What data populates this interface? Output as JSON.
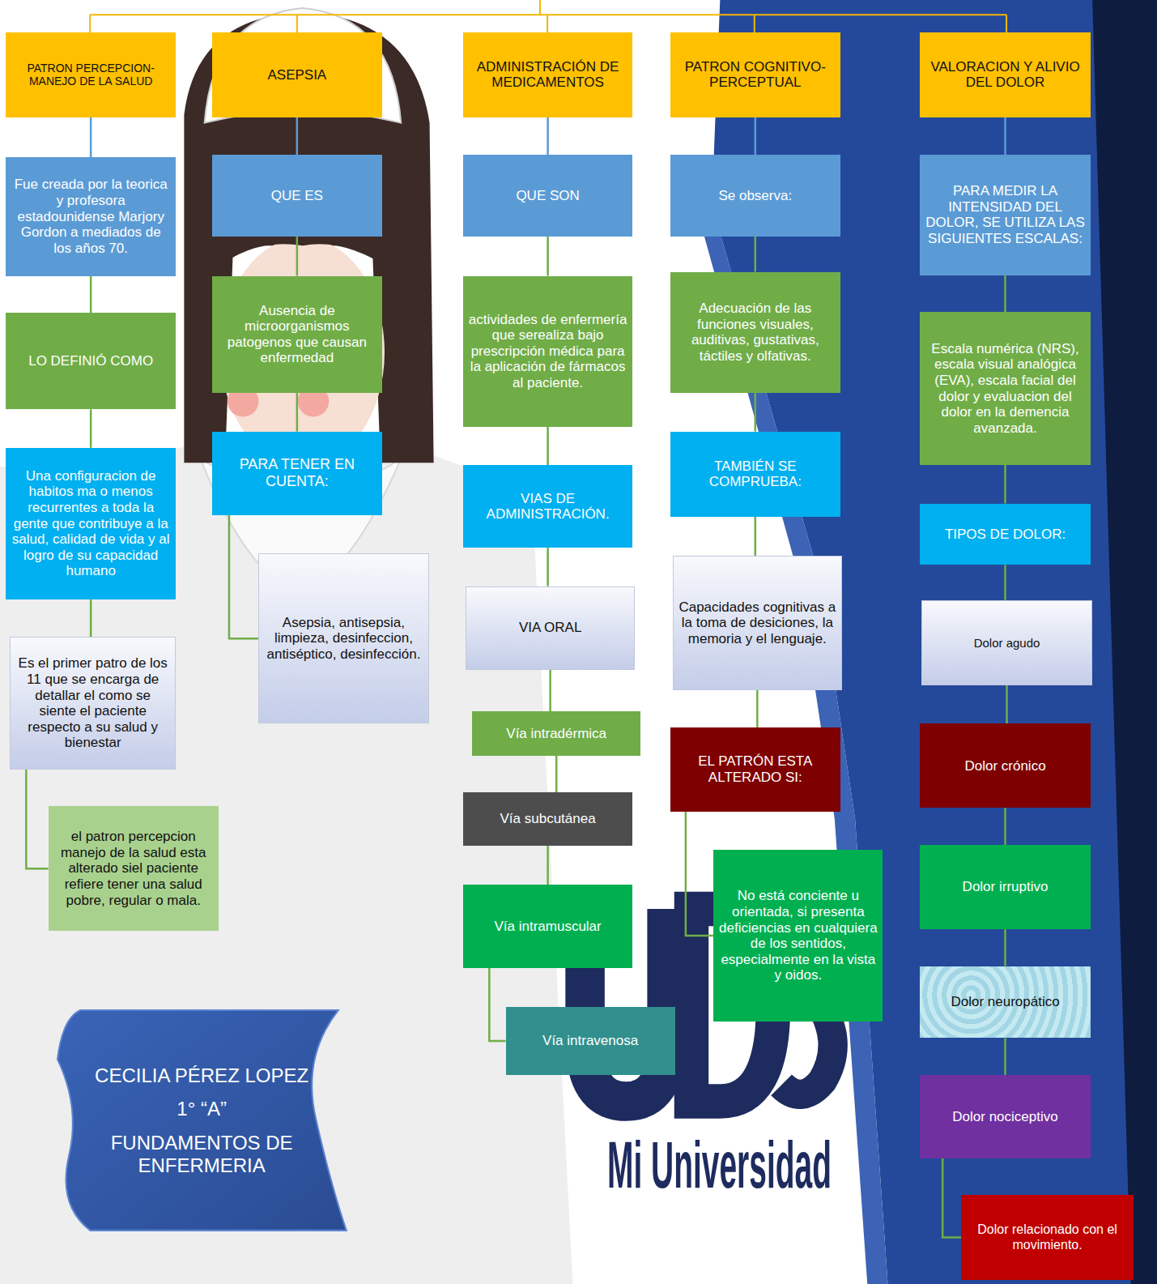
{
  "diagram": {
    "nodes": [
      {
        "text": [
          "PATRON PERCEPCION-MANEJO DE LA SALUD"
        ]
      },
      {
        "text": [
          "Fue creada por la teorica y profesora estadounidense Marjory Gordon a mediados de los años 70."
        ]
      },
      {
        "text": [
          "LO DEFINIÓ COMO"
        ]
      },
      {
        "text": [
          "Una configuracion de habitos ma o menos recurrentes a toda la gente que contribuye a la salud, calidad de vida y al logro de su capacidad humano"
        ]
      },
      {
        "text": [
          "Es el primer patro de los 11 que se encarga de detallar el como se siente el paciente respecto a su salud y bienestar"
        ]
      },
      {
        "text": [
          "el patron percepcion manejo de la salud esta alterado siel paciente refiere tener una salud pobre, regular o mala."
        ]
      },
      {
        "text": [
          "ASEPSIA"
        ]
      },
      {
        "text": [
          "QUE ES"
        ]
      },
      {
        "text": [
          "Ausencia de microorganismos patogenos que causan enfermedad"
        ]
      },
      {
        "text": [
          "PARA TENER EN CUENTA:"
        ]
      },
      {
        "text": [
          "Asepsia, antisepsia, limpieza, desinfeccion, antiséptico, desinfección."
        ]
      },
      {
        "text": [
          "ADMINISTRACIÓN DE MEDICAMENTOS"
        ]
      },
      {
        "text": [
          "QUE SON"
        ]
      },
      {
        "text": [
          "actividades de enfermería que serealiza bajo prescripción médica para la aplicación de fármacos al paciente."
        ]
      },
      {
        "text": [
          "VIAS DE ADMINISTRACIÓN."
        ]
      },
      {
        "text": [
          "VIA ORAL"
        ]
      },
      {
        "text": [
          "Vía intradérmica"
        ]
      },
      {
        "text": [
          "Vía subcutánea"
        ]
      },
      {
        "text": [
          "Vía intramuscular"
        ]
      },
      {
        "text": [
          "Vía intravenosa"
        ]
      },
      {
        "text": [
          "PATRON COGNITIVO-PERCEPTUAL"
        ]
      },
      {
        "text": [
          "Se observa:"
        ]
      },
      {
        "text": [
          "Adecuación de las funciones visuales, auditivas, gustativas, táctiles y olfativas."
        ]
      },
      {
        "text": [
          "TAMBIÉN SE COMPRUEBA:"
        ]
      },
      {
        "text": [
          "Capacidades cognitivas a la toma de desiciones, la memoria y el lenguaje."
        ]
      },
      {
        "text": [
          "EL PATRÓN ESTA ALTERADO SI:"
        ]
      },
      {
        "text": [
          "No está conciente u orientada, si presenta deficiencias en cualquiera de los sentidos, especialmente en la vista y oidos."
        ]
      },
      {
        "text": [
          "VALORACION Y ALIVIO DEL DOLOR"
        ]
      },
      {
        "text": [
          "PARA MEDIR LA INTENSIDAD DEL DOLOR, SE UTILIZA LAS SIGUIENTES ESCALAS:"
        ]
      },
      {
        "text": [
          "Escala numérica (NRS), escala visual analógica (EVA), escala facial del dolor y evaluacion del dolor en la demencia avanzada."
        ]
      },
      {
        "text": [
          "TIPOS DE DOLOR:"
        ]
      },
      {
        "text": [
          "Dolor agudo"
        ]
      },
      {
        "text": [
          "Dolor crónico"
        ]
      },
      {
        "text": [
          "Dolor irruptivo"
        ]
      },
      {
        "text": [
          "Dolor neuropático"
        ]
      },
      {
        "text": [
          "Dolor nociceptivo"
        ]
      },
      {
        "text": [
          "Dolor relacionado con el movimiento."
        ]
      },
      {
        "text": [
          "CECILIA PÉREZ LOPEZ",
          "1° “A”",
          "FUNDAMENTOS DE ENFERMERIA"
        ]
      }
    ],
    "edges": [
      {
        "from": 0,
        "to": 1,
        "arrow": "none"
      },
      {
        "from": 1,
        "to": 2,
        "arrow": "none"
      },
      {
        "from": 2,
        "to": 3,
        "arrow": "none"
      },
      {
        "from": 3,
        "to": 4,
        "arrow": "none"
      },
      {
        "from": 4,
        "to": 5,
        "arrow": "none"
      },
      {
        "from": 6,
        "to": 7,
        "arrow": "none"
      },
      {
        "from": 7,
        "to": 8,
        "arrow": "none"
      },
      {
        "from": 8,
        "to": 9,
        "arrow": "none"
      },
      {
        "from": 9,
        "to": 10,
        "arrow": "none"
      },
      {
        "from": 11,
        "to": 12,
        "arrow": "none"
      },
      {
        "from": 12,
        "to": 13,
        "arrow": "none"
      },
      {
        "from": 13,
        "to": 14,
        "arrow": "none"
      },
      {
        "from": 14,
        "to": 15,
        "arrow": "none"
      },
      {
        "from": 15,
        "to": 16,
        "arrow": "none"
      },
      {
        "from": 16,
        "to": 17,
        "arrow": "none"
      },
      {
        "from": 17,
        "to": 18,
        "arrow": "none"
      },
      {
        "from": 18,
        "to": 19,
        "arrow": "none"
      },
      {
        "from": 20,
        "to": 21,
        "arrow": "none"
      },
      {
        "from": 21,
        "to": 22,
        "arrow": "none"
      },
      {
        "from": 22,
        "to": 23,
        "arrow": "none"
      },
      {
        "from": 23,
        "to": 24,
        "arrow": "none"
      },
      {
        "from": 24,
        "to": 25,
        "arrow": "none"
      },
      {
        "from": 25,
        "to": 26,
        "arrow": "none"
      },
      {
        "from": 27,
        "to": 28,
        "arrow": "none"
      },
      {
        "from": 28,
        "to": 29,
        "arrow": "none"
      },
      {
        "from": 29,
        "to": 30,
        "arrow": "none"
      },
      {
        "from": 30,
        "to": 31,
        "arrow": "none"
      },
      {
        "from": 31,
        "to": 32,
        "arrow": "none"
      },
      {
        "from": 32,
        "to": 33,
        "arrow": "none"
      },
      {
        "from": 33,
        "to": 34,
        "arrow": "none"
      },
      {
        "from": 34,
        "to": 35,
        "arrow": "none"
      },
      {
        "from": 35,
        "to": 36,
        "arrow": "none"
      }
    ],
    "labels": [
      "Mi Universidad"
    ]
  }
}
